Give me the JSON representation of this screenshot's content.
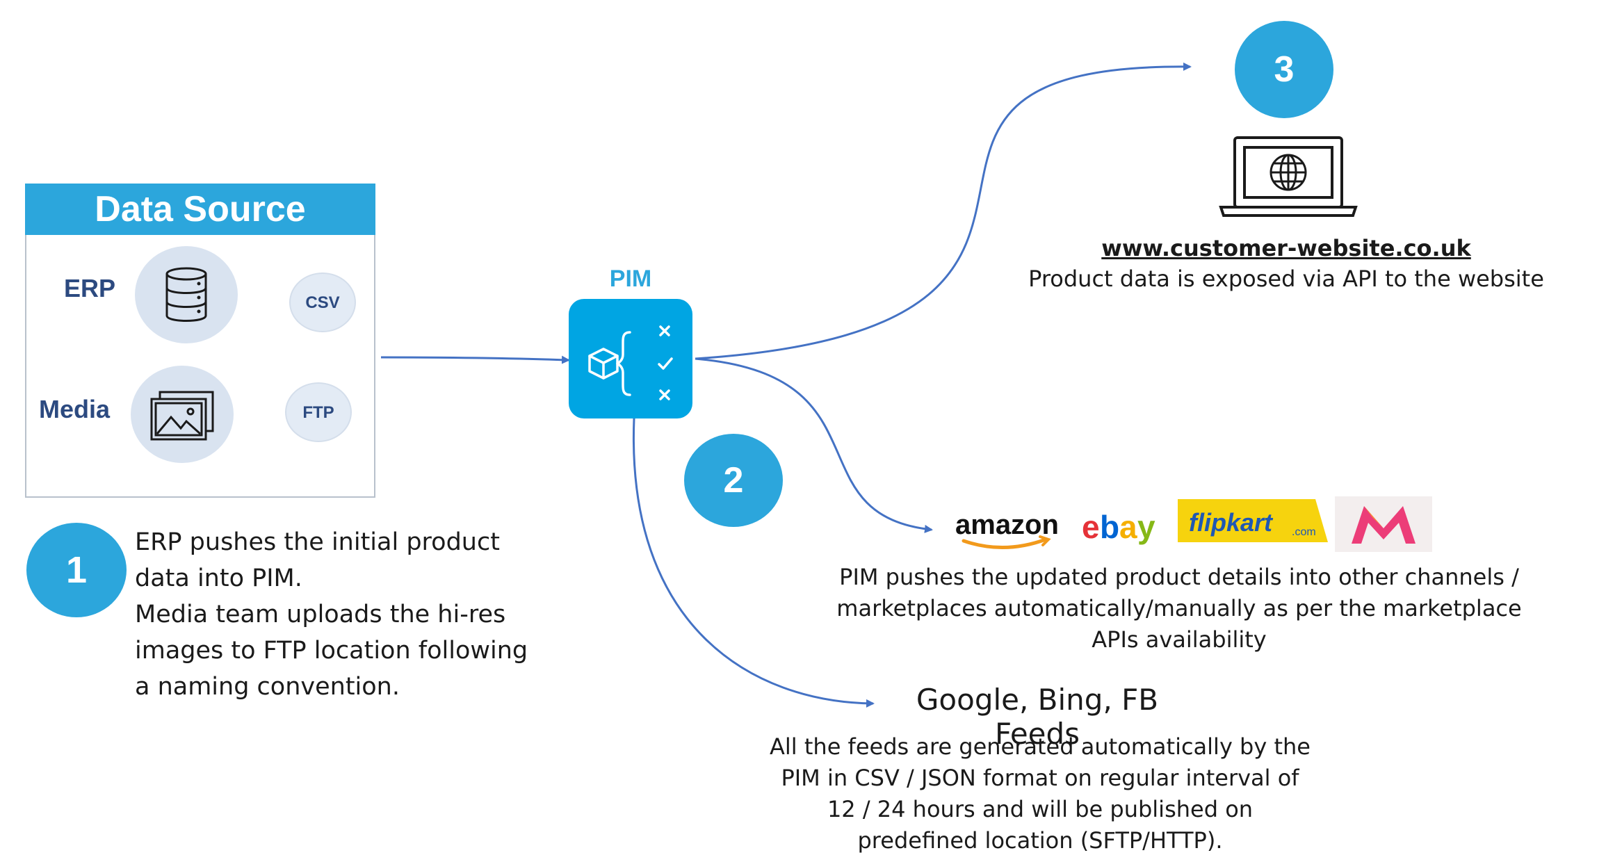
{
  "data_source": {
    "title": "Data Source",
    "erp_label": "ERP",
    "media_label": "Media",
    "csv_label": "CSV",
    "ftp_label": "FTP"
  },
  "pim": {
    "label": "PIM"
  },
  "steps": {
    "one": "1",
    "two": "2",
    "three": "3"
  },
  "step1_text": {
    "lines": [
      "ERP pushes the initial product",
      "data into PIM.",
      "Media team uploads the hi-res",
      "images to FTP location following",
      "a naming convention."
    ]
  },
  "website": {
    "url": "www.customer-website.co.uk",
    "description": "Product data is exposed via API to the website"
  },
  "marketplaces": {
    "logos": [
      "amazon",
      "ebay",
      "flipkart",
      "myntra"
    ],
    "flipkart_suffix": ".com",
    "lines": [
      "PIM pushes the updated product details into other channels /",
      "marketplaces automatically/manually as per the marketplace",
      "APIs availability"
    ]
  },
  "feeds": {
    "title": "Google, Bing, FB Feeds",
    "lines": [
      "All the feeds are generated automatically by the",
      "PIM in CSV / JSON format on regular interval of",
      "12 / 24 hours and will be published on",
      "predefined location (SFTP/HTTP)."
    ]
  },
  "colors": {
    "accent": "#2ca6dc",
    "pim_box": "#00a5e3",
    "connector": "#4472c4",
    "label_navy": "#2c4a80"
  }
}
